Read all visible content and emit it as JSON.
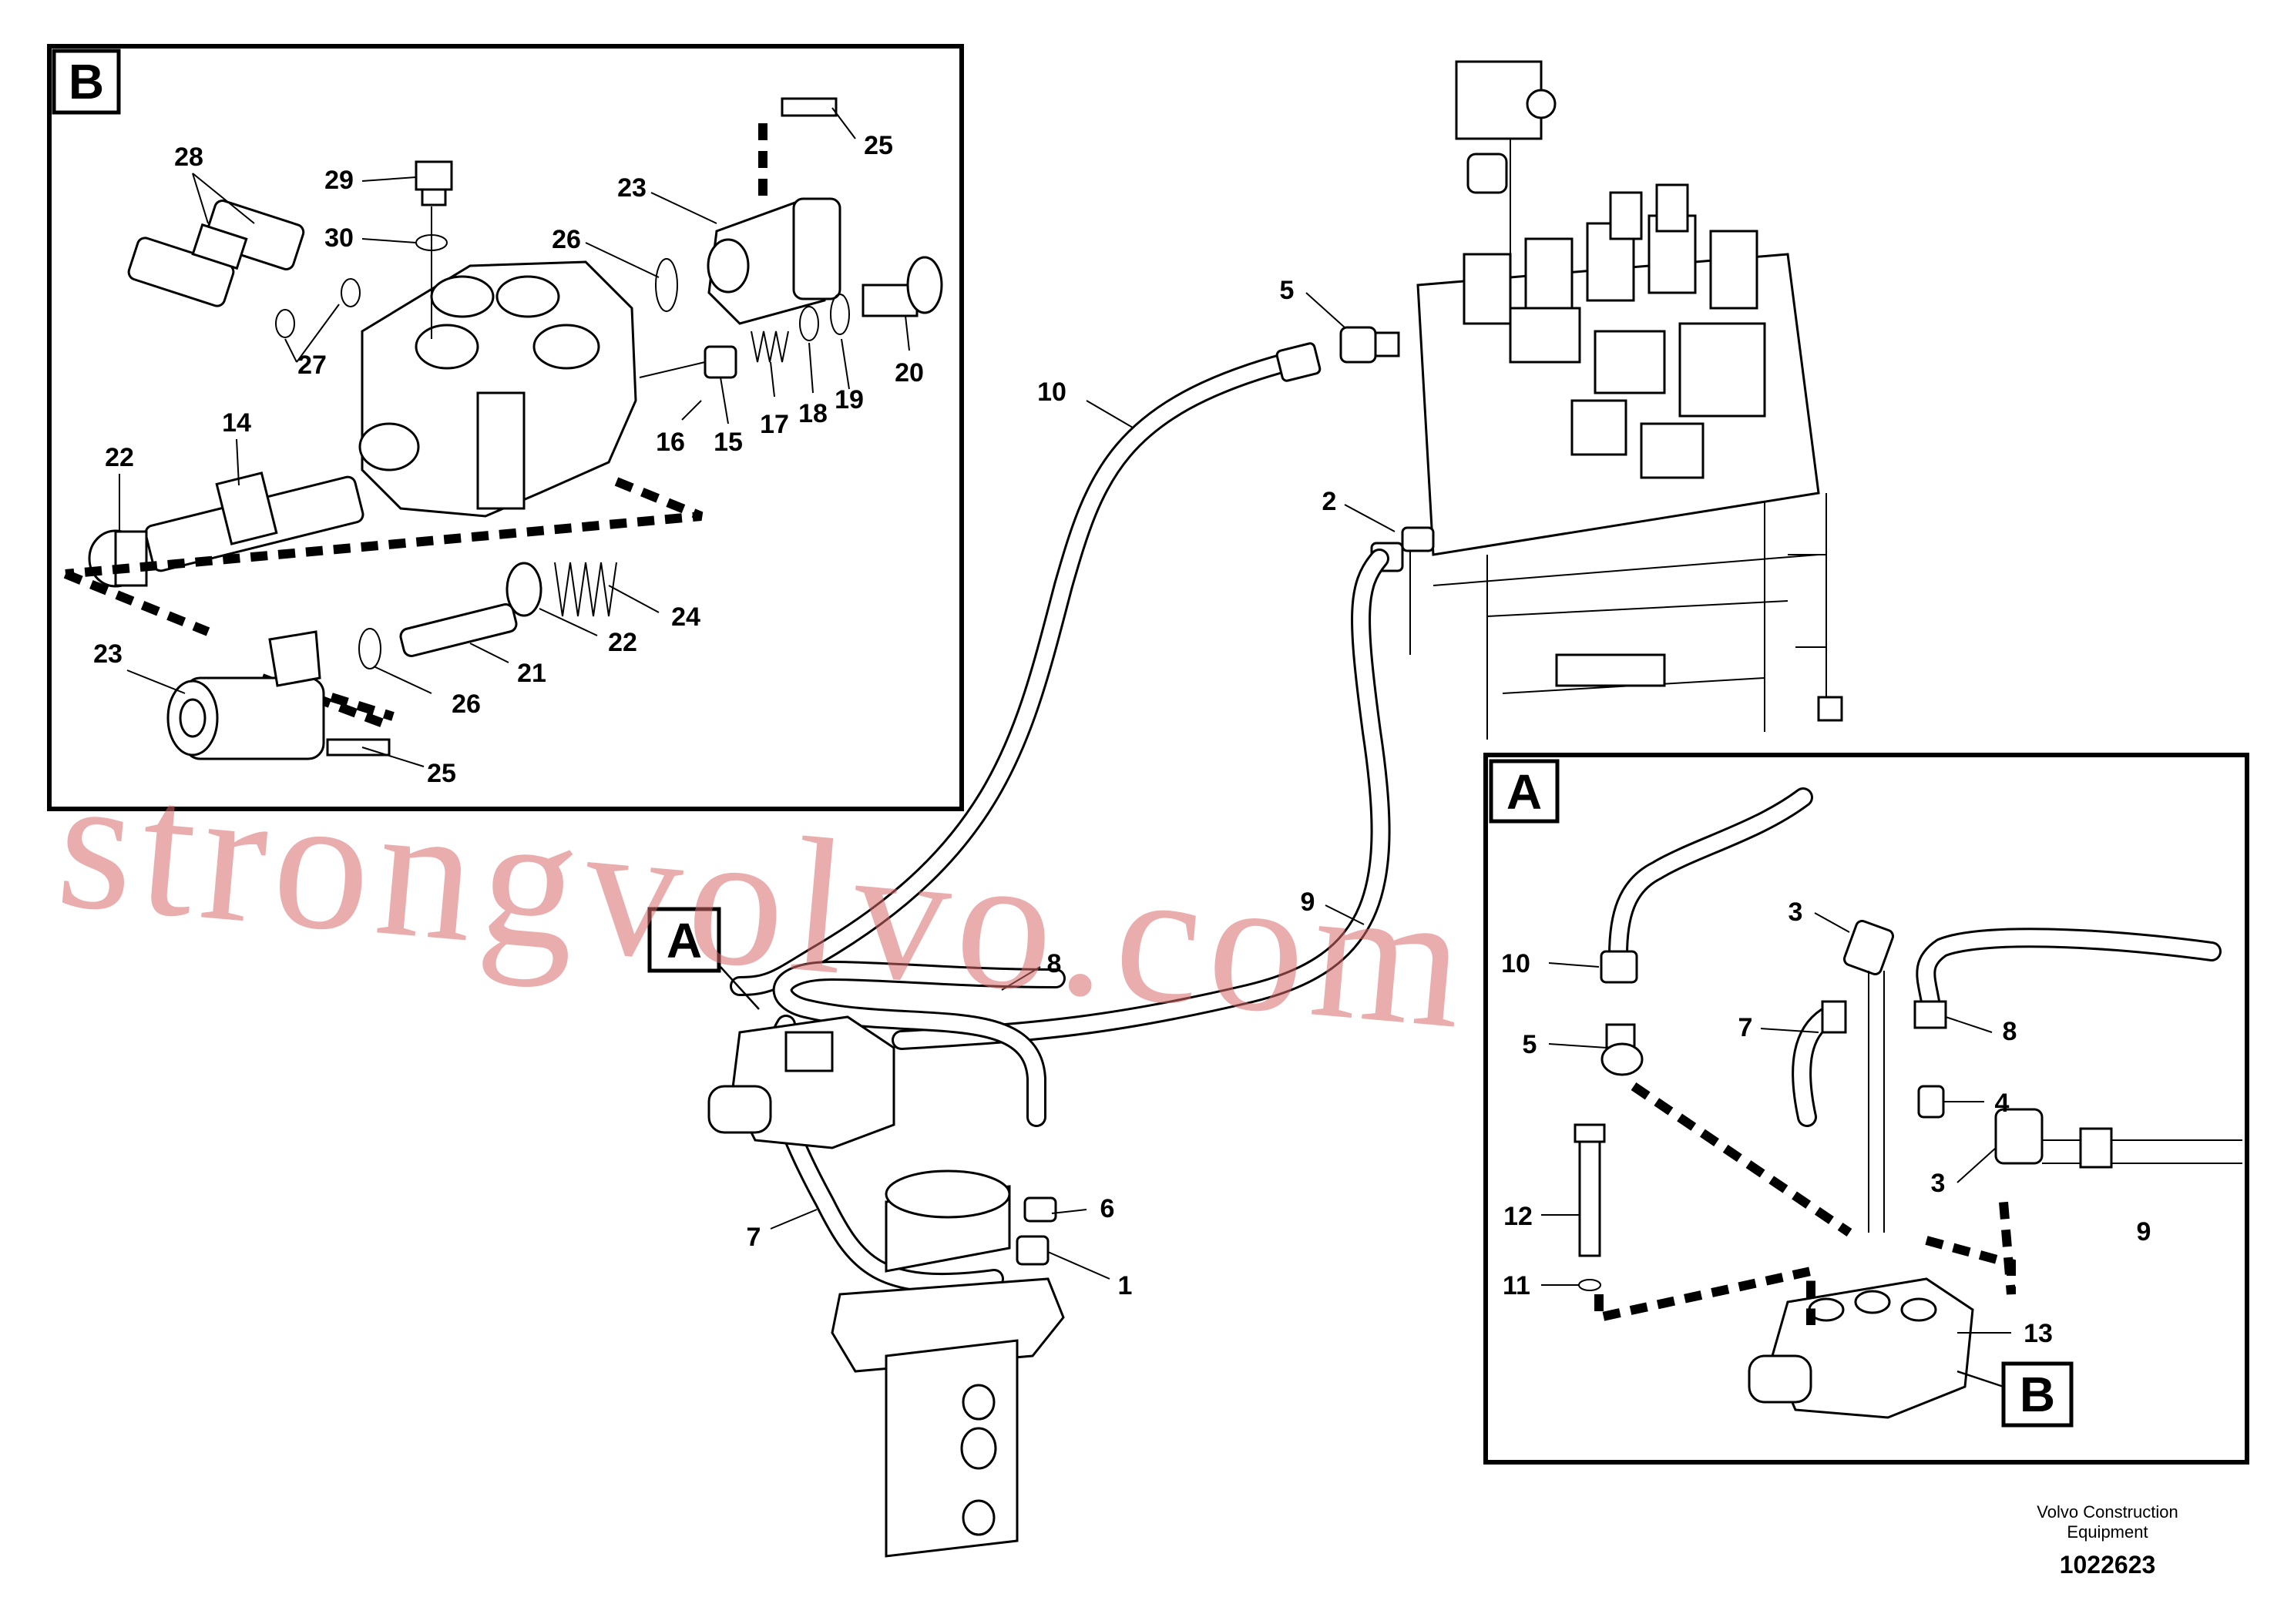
{
  "callouts": {
    "inset_b": {
      "tag": "B",
      "labels": {
        "l28": "28",
        "l29": "29",
        "l30": "30",
        "l23a": "23",
        "l25a": "25",
        "l26a": "26",
        "l27": "27",
        "l20": "20",
        "l19": "19",
        "l18": "18",
        "l17": "17",
        "l15": "15",
        "l16": "16",
        "l14": "14",
        "l22a": "22",
        "l23b": "23",
        "l21": "21",
        "l26b": "26",
        "l25b": "25",
        "l22b": "22",
        "l24": "24"
      }
    },
    "main": {
      "tag": "A",
      "labels": {
        "l5": "5",
        "l10": "10",
        "l2": "2",
        "l9": "9",
        "l8": "8",
        "l7": "7",
        "l6": "6",
        "l1": "1"
      }
    },
    "inset_a": {
      "tag": "A",
      "tag_b": "B",
      "labels": {
        "l10": "10",
        "l5": "5",
        "l3a": "3",
        "l7": "7",
        "l8": "8",
        "l4": "4",
        "l3b": "3",
        "l9": "9",
        "l12": "12",
        "l11": "11",
        "l13": "13"
      }
    }
  },
  "watermark": "strongvolvo.com",
  "footer": {
    "brand_line1": "Volvo Construction",
    "brand_line2": "Equipment",
    "doc_number": "1022623"
  }
}
